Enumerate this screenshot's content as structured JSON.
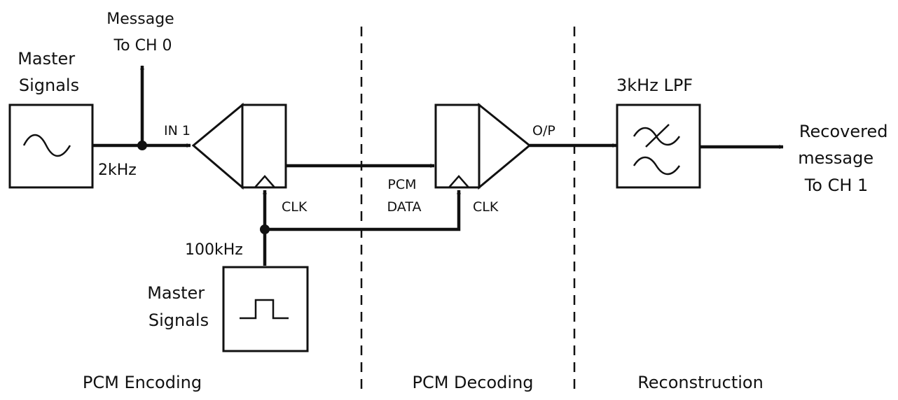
{
  "labels": {
    "master_signals_top": [
      "Master",
      "Signals"
    ],
    "message_ch0": [
      "Message",
      "To CH 0"
    ],
    "freq_2khz": "2kHz",
    "in1": "IN 1",
    "clk_encoder": "CLK",
    "freq_100khz": "100kHz",
    "master_signals_bottom": [
      "Master",
      "Signals"
    ],
    "pcm_data": [
      "PCM",
      "DATA"
    ],
    "clk_decoder": "CLK",
    "op": "O/P",
    "lpf": "3kHz LPF",
    "recovered": [
      "Recovered",
      "message",
      "To CH 1"
    ]
  },
  "sections": {
    "encoding": "PCM Encoding",
    "decoding": "PCM Decoding",
    "reconstruction": "Reconstruction"
  }
}
